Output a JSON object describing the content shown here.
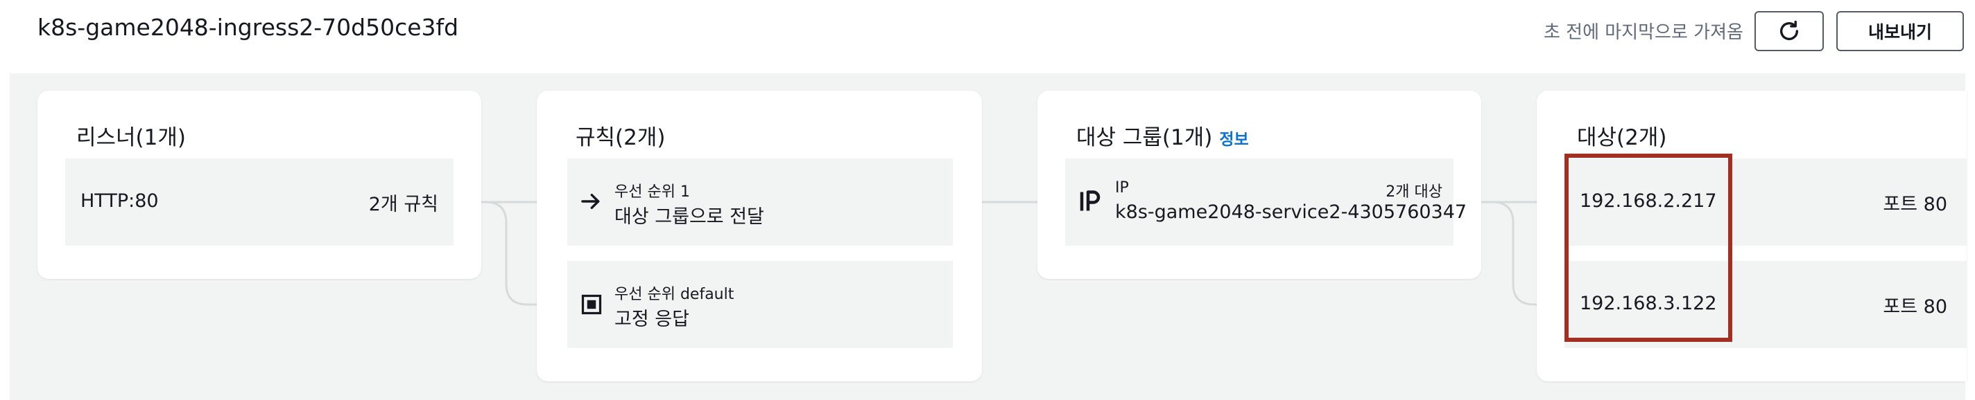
{
  "header": {
    "title": "k8s-game2048-ingress2-70d50ce3fd",
    "fetched_status": "초 전에 마지막으로 가져옴",
    "export_label": "내보내기"
  },
  "listeners": {
    "title": "리스너(1개)",
    "items": [
      {
        "protocol_port": "HTTP:80",
        "rules": "2개 규칙"
      }
    ]
  },
  "rules": {
    "title": "규칙(2개)",
    "items": [
      {
        "priority": "우선 순위 1",
        "action": "대상 그룹으로 전달",
        "icon": "arrow-right-icon"
      },
      {
        "priority": "우선 순위 default",
        "action": "고정 응답",
        "icon": "fixed-response-icon"
      }
    ]
  },
  "target_groups": {
    "title": "대상 그룹(1개)",
    "info_label": "정보",
    "items": [
      {
        "type": "IP",
        "count": "2개 대상",
        "name": "k8s-game2048-service2-4305760347",
        "icon": "ip-icon"
      }
    ]
  },
  "targets": {
    "title": "대상(2개)",
    "items": [
      {
        "ip": "192.168.2.217",
        "port": "포트 80"
      },
      {
        "ip": "192.168.3.122",
        "port": "포트 80"
      }
    ]
  },
  "colors": {
    "highlight": "#a32f22",
    "link": "#0972d3",
    "connector": "#d5dbdb"
  }
}
